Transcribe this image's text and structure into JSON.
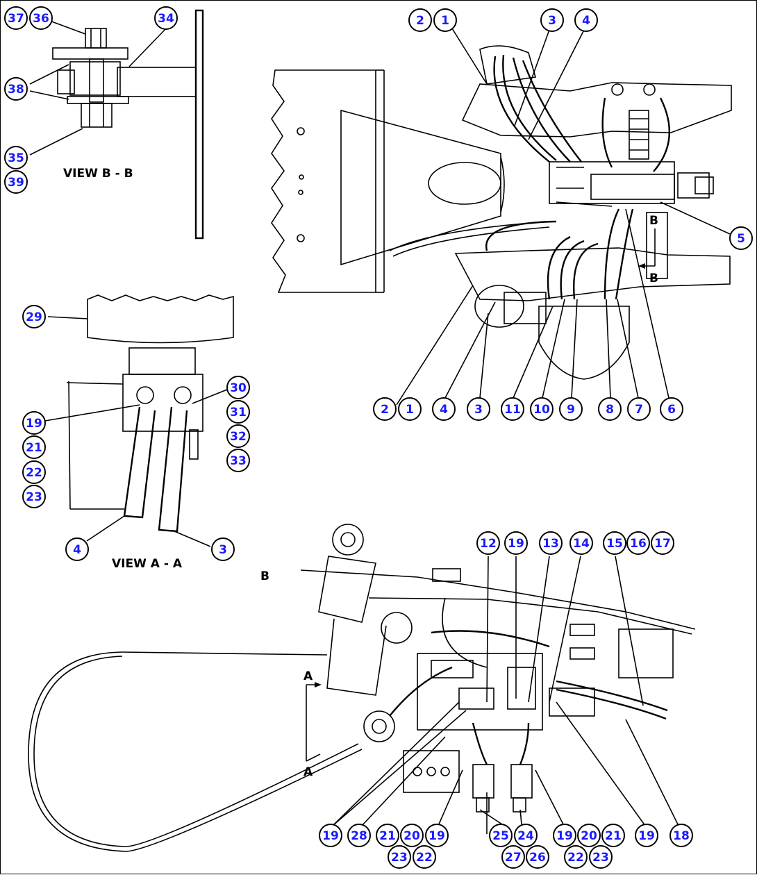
{
  "colors": {
    "callout_text": "#1a1aff",
    "line": "#000000",
    "background": "#ffffff"
  },
  "labels": {
    "view_bb": "VIEW B - B",
    "view_aa": "VIEW A - A",
    "section_b": "B",
    "arrow_a_top": "A",
    "arrow_a_bottom": "A",
    "arrow_b_top": "B",
    "arrow_b_bottom": "B"
  },
  "callouts": [
    {
      "id": "c37",
      "text": "37"
    },
    {
      "id": "c36",
      "text": "36"
    },
    {
      "id": "c34",
      "text": "34"
    },
    {
      "id": "c38",
      "text": "38"
    },
    {
      "id": "c35",
      "text": "35"
    },
    {
      "id": "c39",
      "text": "39"
    },
    {
      "id": "c2a",
      "text": "2"
    },
    {
      "id": "c1a",
      "text": "1"
    },
    {
      "id": "c3a",
      "text": "3"
    },
    {
      "id": "c4a",
      "text": "4"
    },
    {
      "id": "c5",
      "text": "5"
    },
    {
      "id": "c2b",
      "text": "2"
    },
    {
      "id": "c1b",
      "text": "1"
    },
    {
      "id": "c4b",
      "text": "4"
    },
    {
      "id": "c3b",
      "text": "3"
    },
    {
      "id": "c11",
      "text": "11"
    },
    {
      "id": "c10",
      "text": "10"
    },
    {
      "id": "c9",
      "text": "9"
    },
    {
      "id": "c8",
      "text": "8"
    },
    {
      "id": "c7",
      "text": "7"
    },
    {
      "id": "c6",
      "text": "6"
    },
    {
      "id": "c29",
      "text": "29"
    },
    {
      "id": "c30",
      "text": "30"
    },
    {
      "id": "c31",
      "text": "31"
    },
    {
      "id": "c32",
      "text": "32"
    },
    {
      "id": "c33",
      "text": "33"
    },
    {
      "id": "c19a",
      "text": "19"
    },
    {
      "id": "c21a",
      "text": "21"
    },
    {
      "id": "c22a",
      "text": "22"
    },
    {
      "id": "c23a",
      "text": "23"
    },
    {
      "id": "c4c",
      "text": "4"
    },
    {
      "id": "c3c",
      "text": "3"
    },
    {
      "id": "c12",
      "text": "12"
    },
    {
      "id": "c19b",
      "text": "19"
    },
    {
      "id": "c13",
      "text": "13"
    },
    {
      "id": "c14",
      "text": "14"
    },
    {
      "id": "c15",
      "text": "15"
    },
    {
      "id": "c16",
      "text": "16"
    },
    {
      "id": "c17",
      "text": "17"
    },
    {
      "id": "c19c",
      "text": "19"
    },
    {
      "id": "c28",
      "text": "28"
    },
    {
      "id": "c21b",
      "text": "21"
    },
    {
      "id": "c20a",
      "text": "20"
    },
    {
      "id": "c19d",
      "text": "19"
    },
    {
      "id": "c23b",
      "text": "23"
    },
    {
      "id": "c22b",
      "text": "22"
    },
    {
      "id": "c25",
      "text": "25"
    },
    {
      "id": "c24",
      "text": "24"
    },
    {
      "id": "c27",
      "text": "27"
    },
    {
      "id": "c26",
      "text": "26"
    },
    {
      "id": "c19e",
      "text": "19"
    },
    {
      "id": "c20b",
      "text": "20"
    },
    {
      "id": "c21c",
      "text": "21"
    },
    {
      "id": "c22c",
      "text": "22"
    },
    {
      "id": "c23c",
      "text": "23"
    },
    {
      "id": "c19f",
      "text": "19"
    },
    {
      "id": "c18",
      "text": "18"
    }
  ]
}
